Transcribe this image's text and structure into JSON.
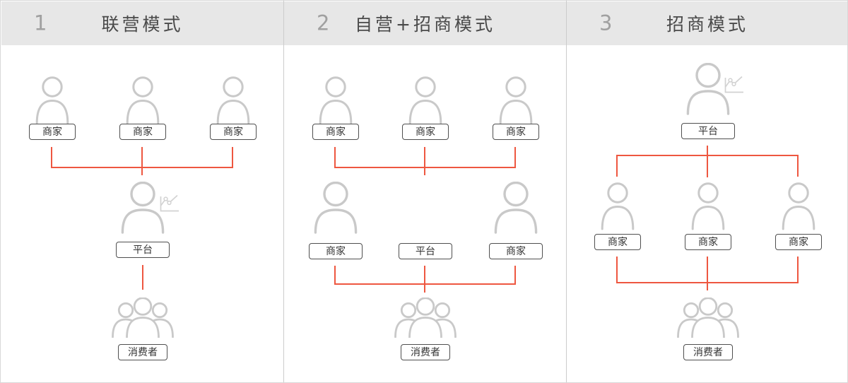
{
  "colors": {
    "connector_red": "#ee5740",
    "icon_gray": "#c9c9c9",
    "chart_icon_gray": "#d2d2d2",
    "header_bg": "#e7e7e7",
    "header_number": "#a0a0a0",
    "header_title": "#4a4a4a",
    "label_border": "#4f4f4f",
    "label_text": "#333333",
    "divider": "#cccccc",
    "outer_border": "#d8d8d8"
  },
  "icons": {
    "merchant": "person-icon",
    "platform": "person-with-line-chart-icon",
    "consumer": "people-group-icon",
    "trend": "line-chart-icon"
  },
  "panels": [
    {
      "number": "1",
      "title": "联营模式",
      "top_labels": [
        "商家",
        "商家",
        "商家"
      ],
      "middle_labels": [
        "平台"
      ],
      "bottom_label": "消费者"
    },
    {
      "number": "2",
      "title": "自营+招商模式",
      "top_labels": [
        "商家",
        "商家",
        "商家"
      ],
      "middle_labels": [
        "商家",
        "平台",
        "商家"
      ],
      "bottom_label": "消费者"
    },
    {
      "number": "3",
      "title": "招商模式",
      "top_labels": [
        "平台"
      ],
      "middle_labels": [
        "商家",
        "商家",
        "商家"
      ],
      "bottom_label": "消费者"
    }
  ]
}
